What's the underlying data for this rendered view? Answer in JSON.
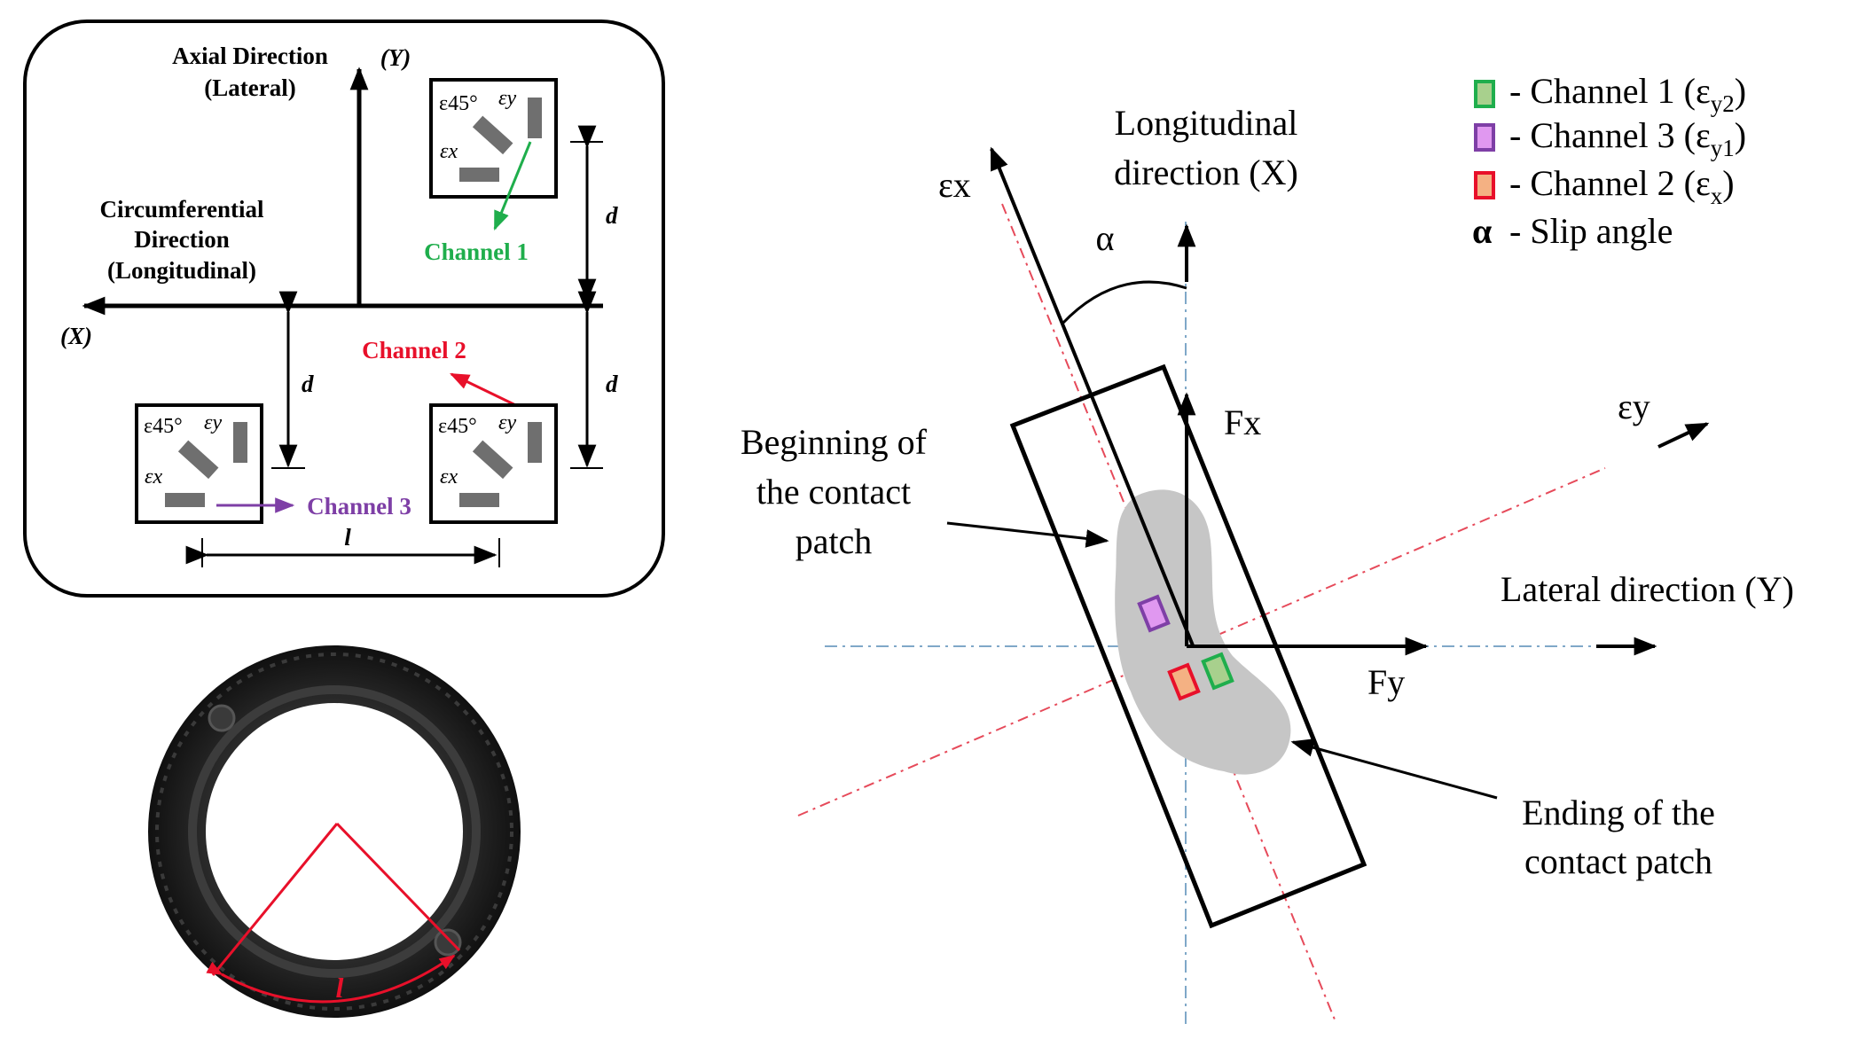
{
  "colors": {
    "ink": "#000000",
    "gauge_gray": "#6f6f6f",
    "contact_patch_gray": "#c6c6c6",
    "channel1_green": "#1fae4c",
    "channel2_red": "#e8102a",
    "channel3_purple": "#7e3fa6",
    "longitudinal_axis_blue": "#7fa8c8",
    "strain_axis_red": "#e64a5a",
    "tire_dark": "#1e1e1e",
    "legend_ch1_fill": "#a8d08d",
    "legend_ch3_fill": "#e098f0",
    "legend_ch2_fill": "#f4b183"
  },
  "left_panel": {
    "axial_direction": "Axial Direction",
    "lateral": "(Lateral)",
    "y_axis": "(Y)",
    "circumferential": "Circumferential",
    "direction": "Direction",
    "longitudinal": "(Longitudinal)",
    "x_axis": "(X)",
    "channel1": "Channel 1",
    "channel2": "Channel 2",
    "channel3": "Channel 3",
    "d": "d",
    "l": "l",
    "gauge_45": "ε45°",
    "gauge_y": "εy",
    "gauge_x": "εx"
  },
  "tire_label": "l",
  "right_panel": {
    "longitudinal_line1": "Longitudinal",
    "longitudinal_line2": "direction (X)",
    "alpha": "α",
    "eps_x": "εx",
    "eps_y": "εy",
    "fx": "Fx",
    "fy": "Fy",
    "lateral_direction": "Lateral direction (Y)",
    "beginning_line1": "Beginning of",
    "beginning_line2": "the contact",
    "beginning_line3": "patch",
    "ending_line1": "Ending of the",
    "ending_line2": "contact patch"
  },
  "legend": [
    {
      "swatch": "green",
      "label": "- Channel 1 (ε",
      "sub": "y2",
      "tail": ")"
    },
    {
      "swatch": "purple",
      "label": "- Channel 3 (ε",
      "sub": "y1",
      "tail": ")"
    },
    {
      "swatch": "red",
      "label": "- Channel 2 (ε",
      "sub": "x",
      "tail": ")"
    },
    {
      "swatch": "alpha",
      "symbol": "α",
      "label": "- Slip angle"
    }
  ]
}
